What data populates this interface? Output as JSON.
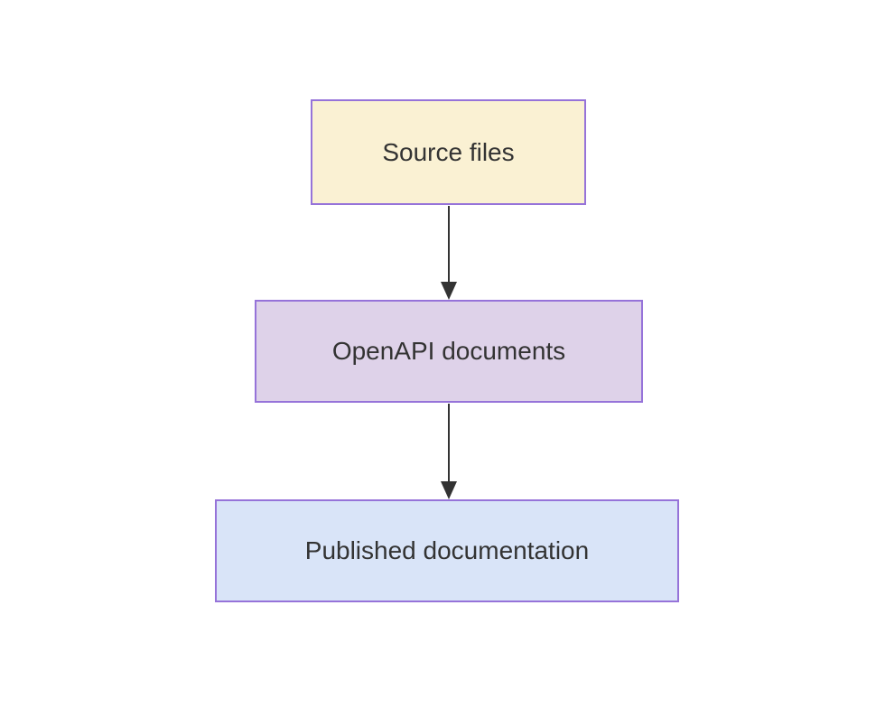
{
  "diagram": {
    "type": "flowchart",
    "direction": "top-down",
    "nodes": [
      {
        "id": "source",
        "label": "Source files",
        "fill": "#faf1d3",
        "border": "#9673d9"
      },
      {
        "id": "openapi",
        "label": "OpenAPI documents",
        "fill": "#ded2e9",
        "border": "#9673d9"
      },
      {
        "id": "published",
        "label": "Published documentation",
        "fill": "#d9e4f8",
        "border": "#9673d9"
      }
    ],
    "edges": [
      {
        "from": "source",
        "to": "openapi"
      },
      {
        "from": "openapi",
        "to": "published"
      }
    ],
    "colors": {
      "background": "#ffffff",
      "text": "#333333",
      "arrow": "#333333"
    }
  }
}
